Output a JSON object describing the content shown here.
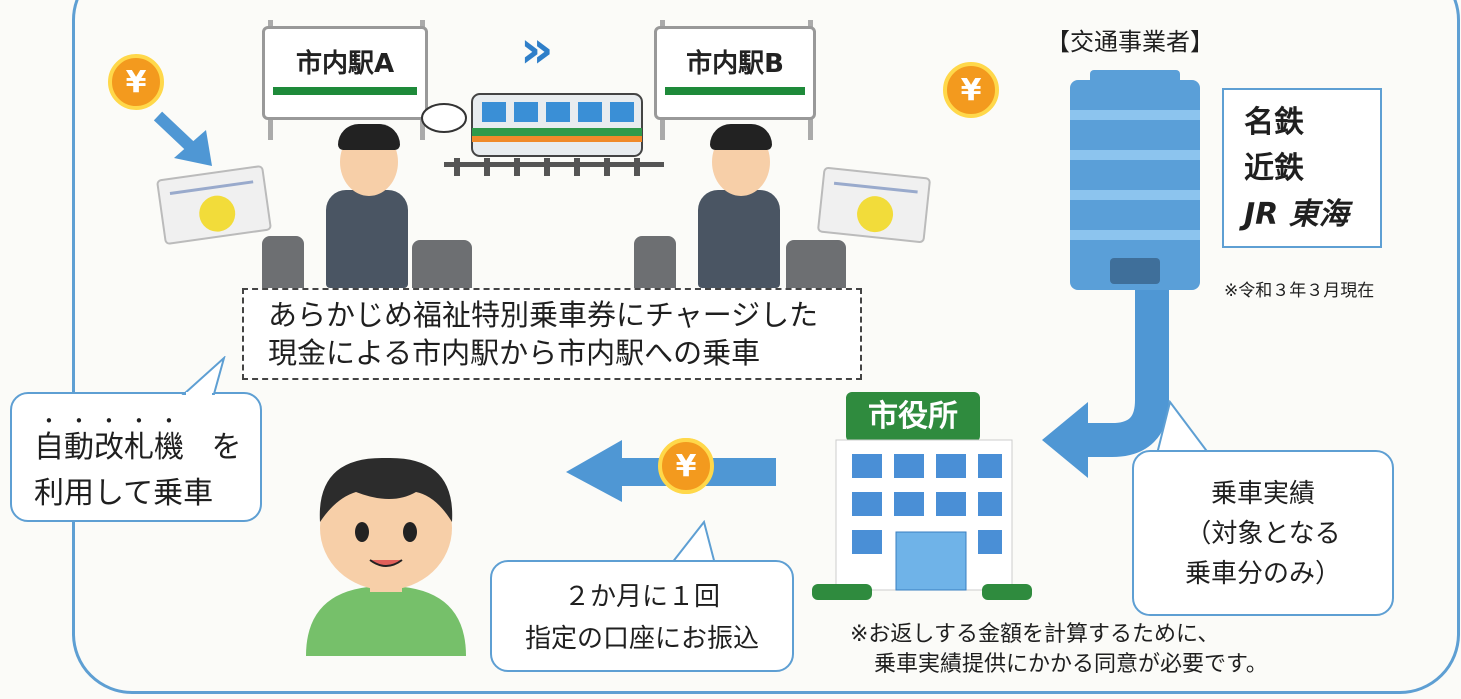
{
  "stations": {
    "a_label": "市内駅A",
    "b_label": "市内駅B",
    "arrow_glyph": "»",
    "sign_arrows": "◂━━━━━━━━▸"
  },
  "yen_symbol": "¥",
  "operators": {
    "header": "【交通事業者】",
    "names": [
      "名鉄",
      "近鉄",
      "JR 東海"
    ],
    "note": "※令和３年３月現在"
  },
  "boarding_box": {
    "line1": "あらかじめ福祉特別乗車券にチャージした",
    "line2": "現金による市内駅から市内駅への乗車"
  },
  "gate_bubble": {
    "line1_main": "自動改札機",
    "line1_suffix": "を",
    "line2": "利用して乗車"
  },
  "city_hall": {
    "sign": "市役所"
  },
  "records_bubble": {
    "line1": "乗車実績",
    "line2": "（対象となる",
    "line3": "乗車分のみ）"
  },
  "payment_bubble": {
    "line1": "２か月に１回",
    "line2": "指定の口座にお振込"
  },
  "consent_note": {
    "line1": "※お返しする金額を計算するために、",
    "line2": "乗車実績提供にかかる同意が必要です。"
  },
  "colors": {
    "frame": "#5e9fd3",
    "arrow": "#4f97d4",
    "building": "#5a9fd8",
    "yen": "#f39a1e",
    "station_stripe": "#1e8a3a"
  }
}
